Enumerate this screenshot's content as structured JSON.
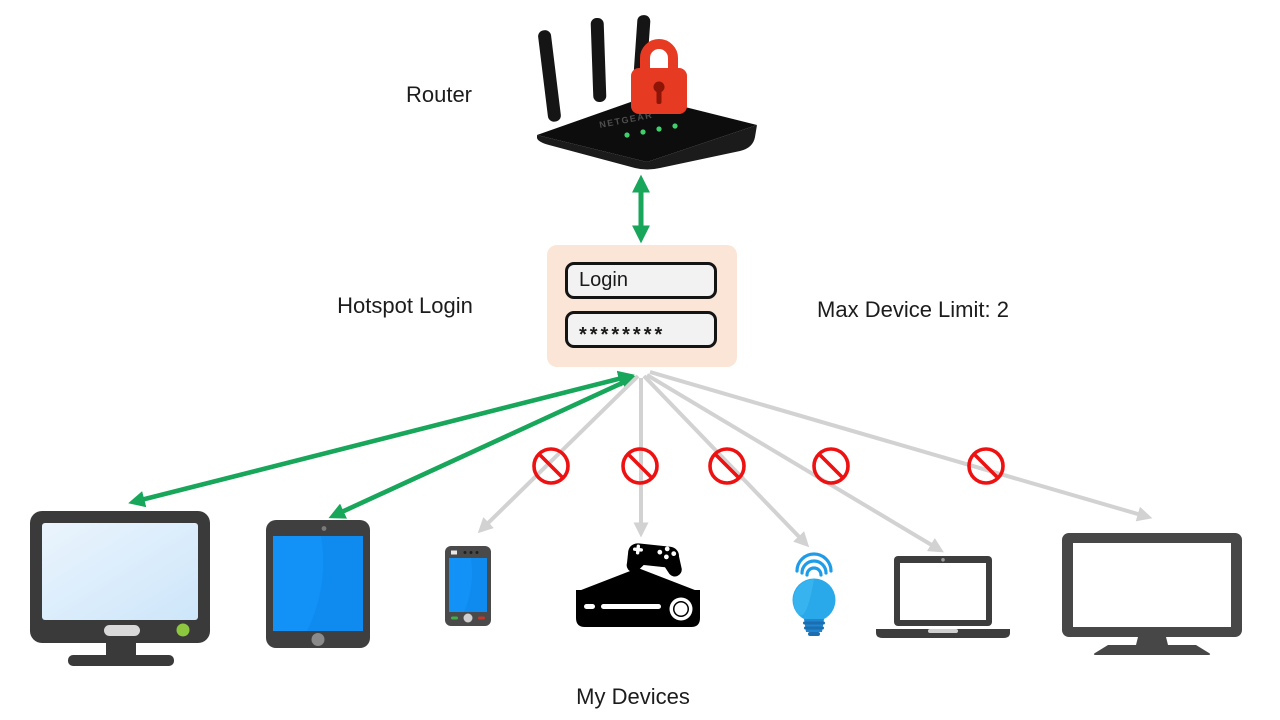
{
  "labels": {
    "router": "Router",
    "hotspot_login": "Hotspot Login",
    "max_device_limit": "Max Device Limit: 2",
    "my_devices": "My Devices"
  },
  "login_form": {
    "username_value": "Login",
    "password_value": "********"
  },
  "router": {
    "brand": "NETGEAR",
    "status_icon": "red-padlock-locked",
    "led_count": 4
  },
  "connection_rules": {
    "max_devices": 2,
    "allowed_devices": [
      "desktop-computer",
      "tablet"
    ],
    "blocked_devices": [
      "smartphone",
      "game-console",
      "smart-bulb",
      "laptop",
      "tv"
    ]
  },
  "devices": [
    {
      "name": "desktop-computer",
      "status": "allowed"
    },
    {
      "name": "tablet",
      "status": "allowed"
    },
    {
      "name": "smartphone",
      "status": "blocked"
    },
    {
      "name": "game-console",
      "status": "blocked"
    },
    {
      "name": "smart-bulb",
      "status": "blocked"
    },
    {
      "name": "laptop",
      "status": "blocked"
    },
    {
      "name": "tv",
      "status": "blocked"
    }
  ],
  "icons": {
    "blocked_sign": "no-entry-icon",
    "allowed_link": "double-headed-green-arrow",
    "blocked_link": "gray-arrow"
  },
  "colors": {
    "allowed_arrow": "#17a65a",
    "blocked_arrow": "#d2d2d2",
    "prohibition_sign": "#ee1111",
    "lock": "#e63a23",
    "login_box_bg": "#fbe5d6",
    "screen_blue": "#0f8bf0"
  }
}
